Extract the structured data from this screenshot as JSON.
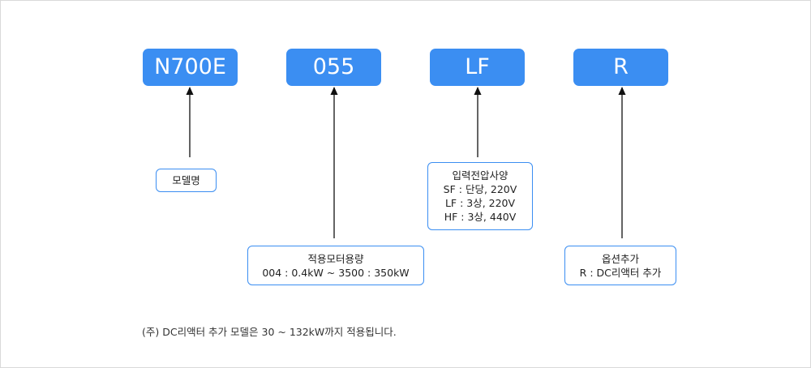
{
  "codes": {
    "series": "N700E",
    "capacity": "055",
    "voltage": "LF",
    "option": "R"
  },
  "labels": {
    "model": [
      "모델명"
    ],
    "voltage": [
      "입력전압사양",
      "SF : 단당, 220V",
      "LF : 3상, 220V",
      "HF : 3상, 440V"
    ],
    "capacity": [
      "적용모터용량",
      "004 : 0.4kW ~ 3500 : 350kW"
    ],
    "option": [
      "옵션추가",
      "R : DC리액터 추가"
    ]
  },
  "note": "(주) DC리액터 추가 모델은 30 ~ 132kW까지 적용됩니다.",
  "colors": {
    "accent": "#3b8ef2",
    "arrow": "#111111",
    "border": "#d9d9d9"
  }
}
